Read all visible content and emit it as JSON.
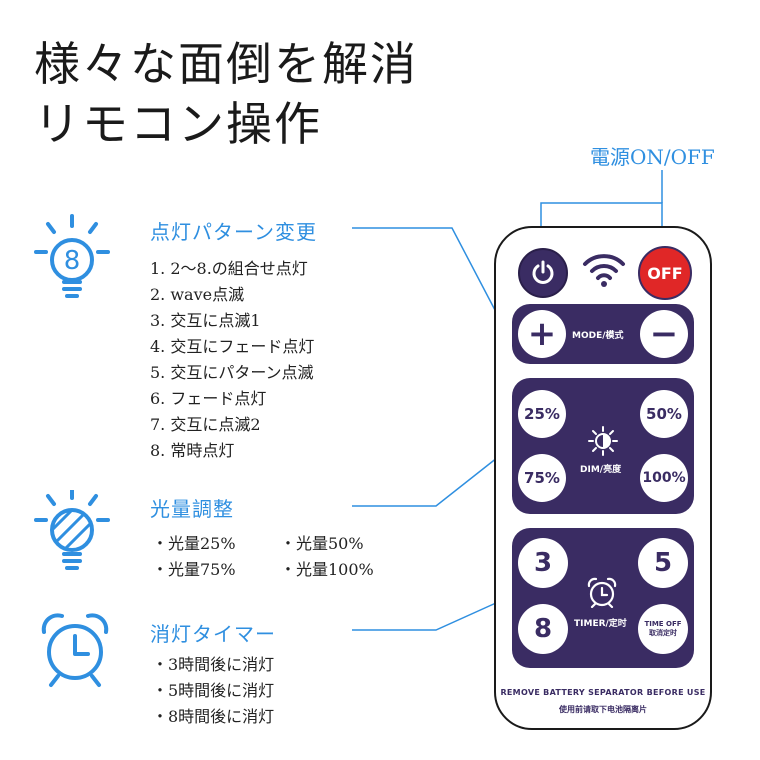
{
  "title": {
    "line1": "様々な面倒を解消",
    "line2": "リモコン操作"
  },
  "power_label": "電源ON/OFF",
  "features": {
    "pattern": {
      "title": "点灯パターン変更",
      "icon_number": "8",
      "items": [
        "1. 2〜8.の組合せ点灯",
        "2. wave点滅",
        "3. 交互に点滅1",
        "4. 交互にフェード点灯",
        "5. 交互にパターン点滅",
        "6. フェード点灯",
        "7. 交互に点滅2",
        "8. 常時点灯"
      ]
    },
    "brightness": {
      "title": "光量調整",
      "items": [
        "・光量25%",
        "・光量50%",
        "・光量75%",
        "・光量100%"
      ]
    },
    "timer": {
      "title": "消灯タイマー",
      "items": [
        "・3時間後に消灯",
        "・5時間後に消灯",
        "・8時間後に消灯"
      ]
    }
  },
  "remote": {
    "off_label": "OFF",
    "mode_label": "MODE/模式",
    "plus": "+",
    "minus": "−",
    "b25": "25%",
    "b50": "50%",
    "b75": "75%",
    "b100": "100%",
    "dim_label": "DIM/亮度",
    "t3": "3",
    "t5": "5",
    "t8": "8",
    "timer_label": "TIMER/定时",
    "time_off_line1": "TIME OFF",
    "time_off_line2": "取消定时",
    "footer_en": "REMOVE BATTERY SEPARATOR BEFORE USE",
    "footer_zh": "使用前请取下电池隔离片"
  },
  "colors": {
    "accent_blue": "#2f8fe0",
    "remote_purple": "#3a2c63",
    "off_red": "#e02727"
  },
  "icons": [
    "bulb-8-icon",
    "bulb-dimmed-icon",
    "alarm-clock-icon",
    "power-icon",
    "wifi-icon",
    "sun-half-icon",
    "alarm-clock-small-icon"
  ]
}
